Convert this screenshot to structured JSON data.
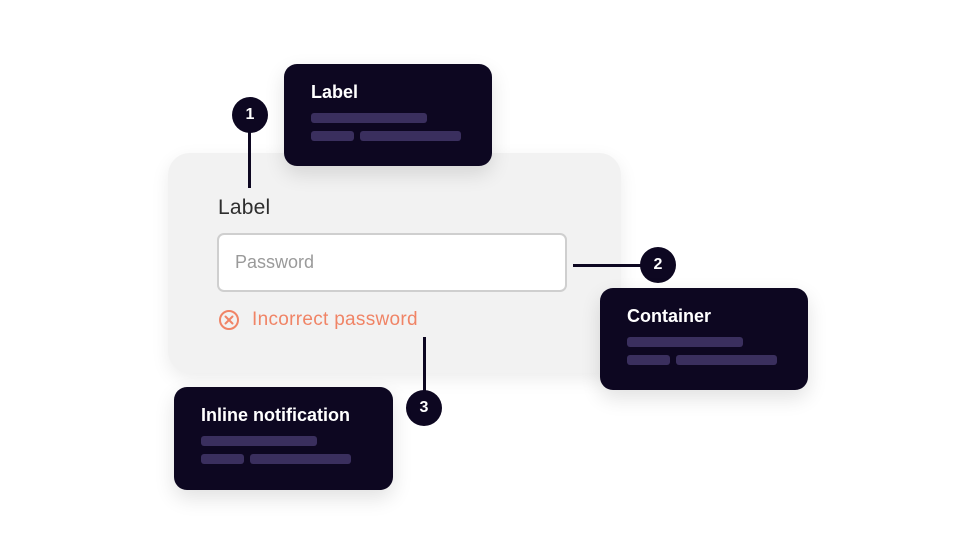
{
  "form": {
    "label": "Label",
    "input_placeholder": "Password",
    "error_message": "Incorrect password"
  },
  "badges": [
    "1",
    "2",
    "3"
  ],
  "callouts": {
    "label": {
      "title": "Label"
    },
    "container": {
      "title": "Container"
    },
    "inline_notification": {
      "title": "Inline notification"
    }
  },
  "colors": {
    "callout_bg": "#0d0721",
    "placeholder_bar": "#3a2f5e",
    "card_bg": "#f2f2f2",
    "error": "#f08466",
    "input_border": "#cfcfcf"
  },
  "icons": {
    "error": "circle-x-icon"
  }
}
